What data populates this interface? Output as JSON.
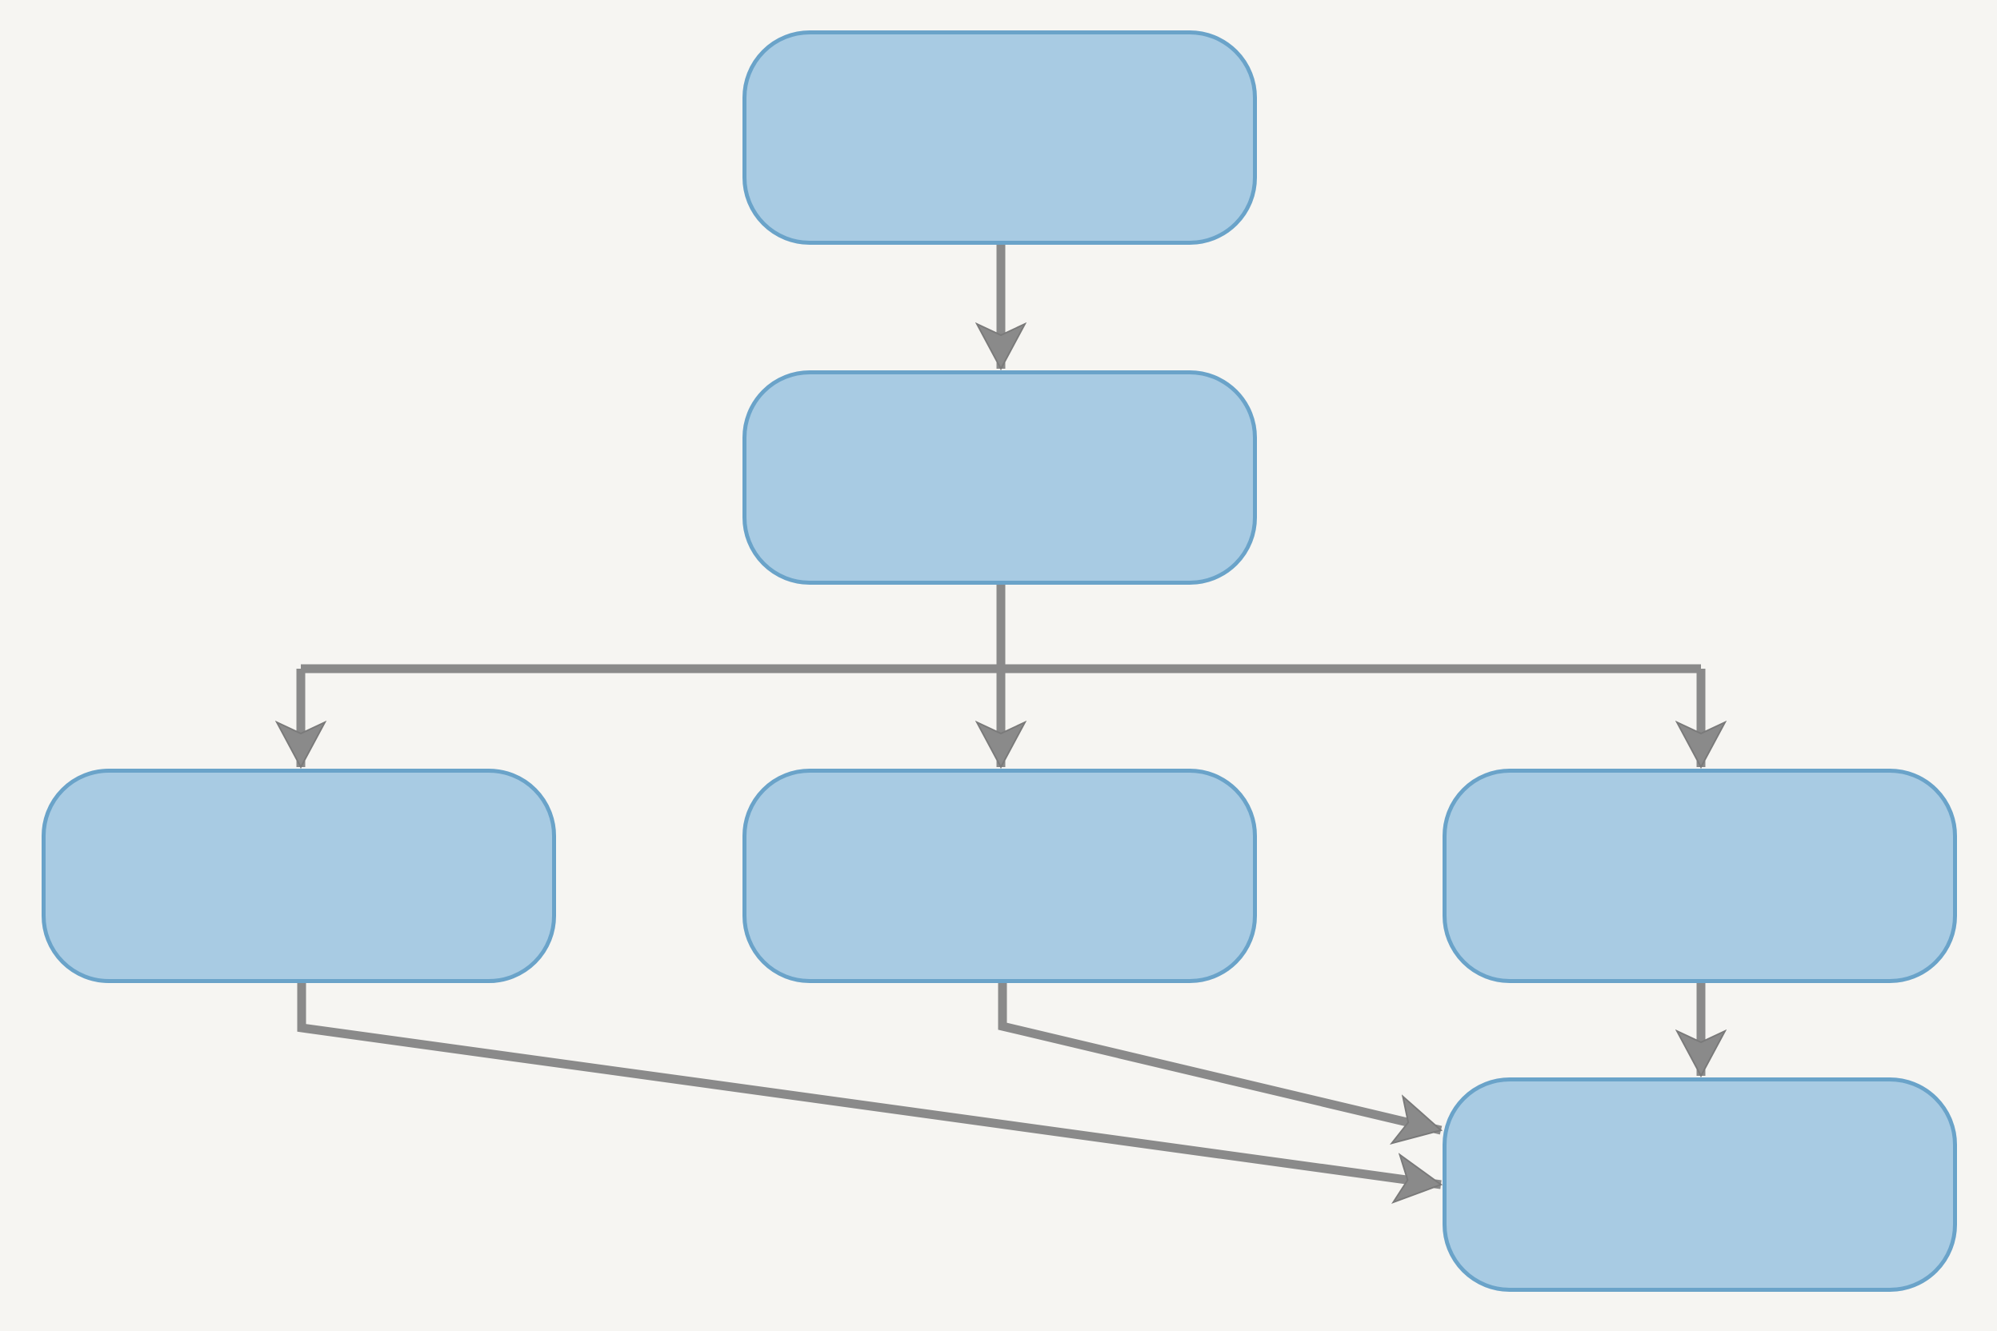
{
  "diagram": {
    "nodes": [
      {
        "id": "n1",
        "label": ""
      },
      {
        "id": "n2",
        "label": ""
      },
      {
        "id": "n3",
        "label": ""
      },
      {
        "id": "n4",
        "label": ""
      },
      {
        "id": "n5",
        "label": ""
      },
      {
        "id": "n6",
        "label": ""
      }
    ],
    "edges": [
      {
        "from": "n1",
        "to": "n2"
      },
      {
        "from": "n2",
        "to": "n3"
      },
      {
        "from": "n2",
        "to": "n4"
      },
      {
        "from": "n2",
        "to": "n5"
      },
      {
        "from": "n3",
        "to": "n6"
      },
      {
        "from": "n4",
        "to": "n6"
      },
      {
        "from": "n5",
        "to": "n6"
      }
    ],
    "colors": {
      "background": "#f6f5f2",
      "node_fill": "#a8cbe3",
      "node_border": "#6aa3c9",
      "connector": "#8a8a8a"
    }
  }
}
